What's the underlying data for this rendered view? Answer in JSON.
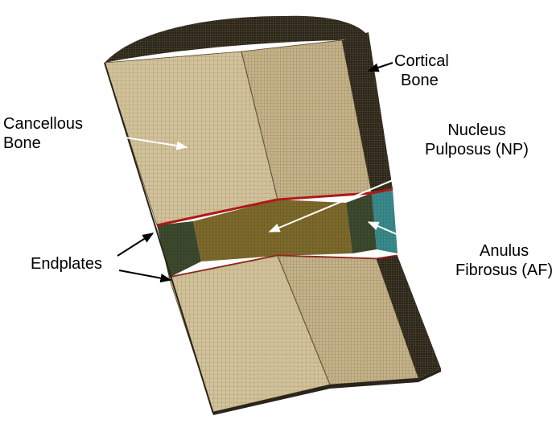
{
  "diagram": {
    "labels": {
      "cortical_bone": [
        "Cortical",
        "Bone"
      ],
      "cancellous_bone": [
        "Cancellous",
        "Bone"
      ],
      "nucleus_pulposus": [
        "Nucleus",
        "Pulposus (NP)"
      ],
      "endplates": "Endplates",
      "anulus_fibrosus": [
        "Anulus",
        "Fibrosus (AF)"
      ]
    },
    "colors": {
      "bone": "#d2c29a",
      "bone_side": "#c8b78d",
      "bone_dark": "#3a3020",
      "endplate": "#b01818",
      "nucleus": "#7a6428",
      "anulus_inner": "#3f4e30",
      "anulus_outer": "#3a8a8c",
      "top_cap": "#1e1a14"
    }
  }
}
